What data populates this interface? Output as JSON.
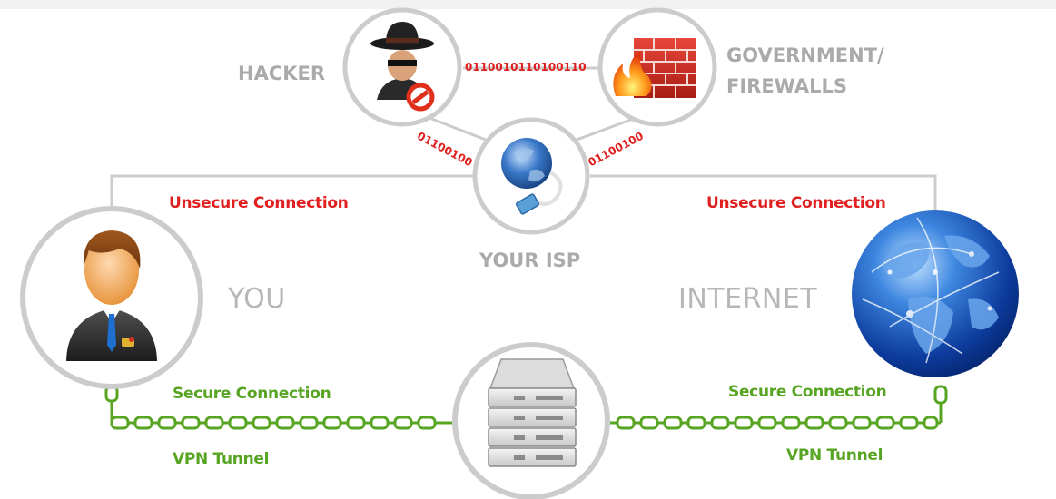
{
  "nodes": {
    "you": "YOU",
    "internet": "INTERNET",
    "isp": "YOUR ISP",
    "hacker": "HACKER",
    "government_line1": "GOVERNMENT/",
    "government_line2": "FIREWALLS"
  },
  "connections": {
    "unsecure_left": "Unsecure Connection",
    "unsecure_right": "Unsecure Connection",
    "secure_left": "Secure Connection",
    "secure_right": "Secure Connection",
    "tunnel_left": "VPN Tunnel",
    "tunnel_right": "VPN Tunnel"
  },
  "binary": {
    "top": "0110010110100110",
    "left": "01100100",
    "right": "01100100"
  },
  "colors": {
    "ring": "#cccccc",
    "unsecure": "#e02020",
    "secure": "#58a524",
    "label_gray": "#b7b7b7"
  }
}
